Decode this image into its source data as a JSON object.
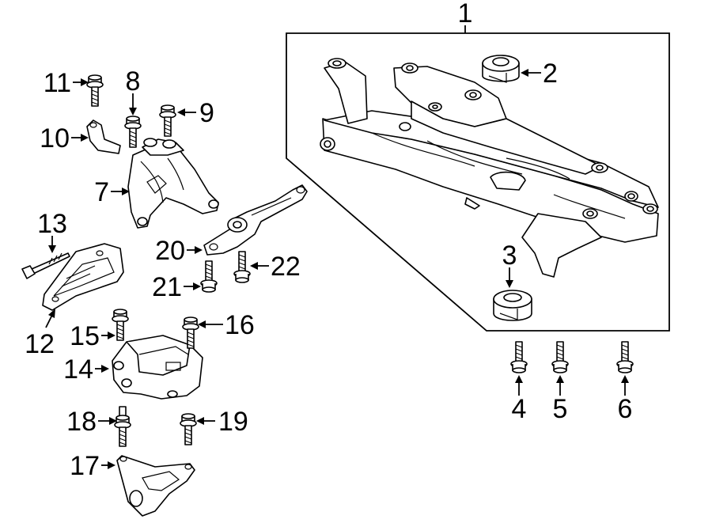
{
  "diagram": {
    "callouts": [
      {
        "id": "1",
        "text": "1"
      },
      {
        "id": "2",
        "text": "2"
      },
      {
        "id": "3",
        "text": "3"
      },
      {
        "id": "4",
        "text": "4"
      },
      {
        "id": "5",
        "text": "5"
      },
      {
        "id": "6",
        "text": "6"
      },
      {
        "id": "7",
        "text": "7"
      },
      {
        "id": "8",
        "text": "8"
      },
      {
        "id": "9",
        "text": "9"
      },
      {
        "id": "10",
        "text": "10"
      },
      {
        "id": "11",
        "text": "11"
      },
      {
        "id": "12",
        "text": "12"
      },
      {
        "id": "13",
        "text": "13"
      },
      {
        "id": "14",
        "text": "14"
      },
      {
        "id": "15",
        "text": "15"
      },
      {
        "id": "16",
        "text": "16"
      },
      {
        "id": "17",
        "text": "17"
      },
      {
        "id": "18",
        "text": "18"
      },
      {
        "id": "19",
        "text": "19"
      },
      {
        "id": "20",
        "text": "20"
      },
      {
        "id": "21",
        "text": "21"
      },
      {
        "id": "22",
        "text": "22"
      }
    ]
  }
}
